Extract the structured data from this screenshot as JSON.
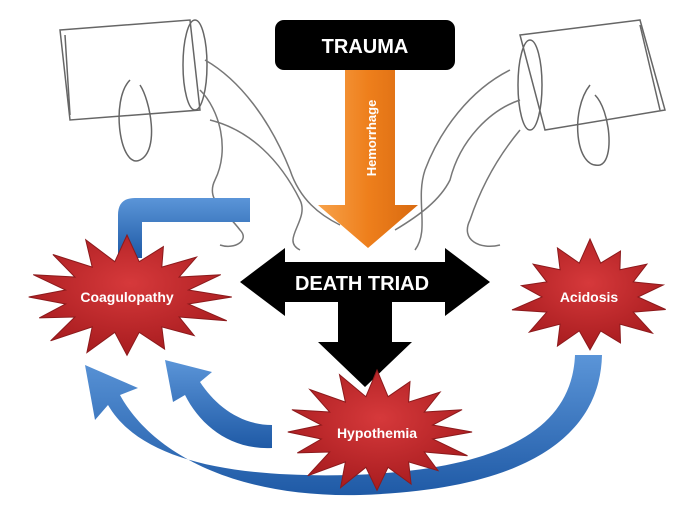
{
  "title": "TRAUMA",
  "cause_label": "Hemorrhage",
  "center_label": "DEATH TRIAD",
  "nodes": {
    "coagulopathy": "Coagulopathy",
    "acidosis": "Acidosis",
    "hypothermia": "Hypothemia"
  },
  "colors": {
    "trauma_box": "#000000",
    "hemorrhage_arrow": "#f08a24",
    "death_triad_arrow": "#000000",
    "starburst": "#c62a2c",
    "cycle_arrows": "#3a78c4"
  }
}
